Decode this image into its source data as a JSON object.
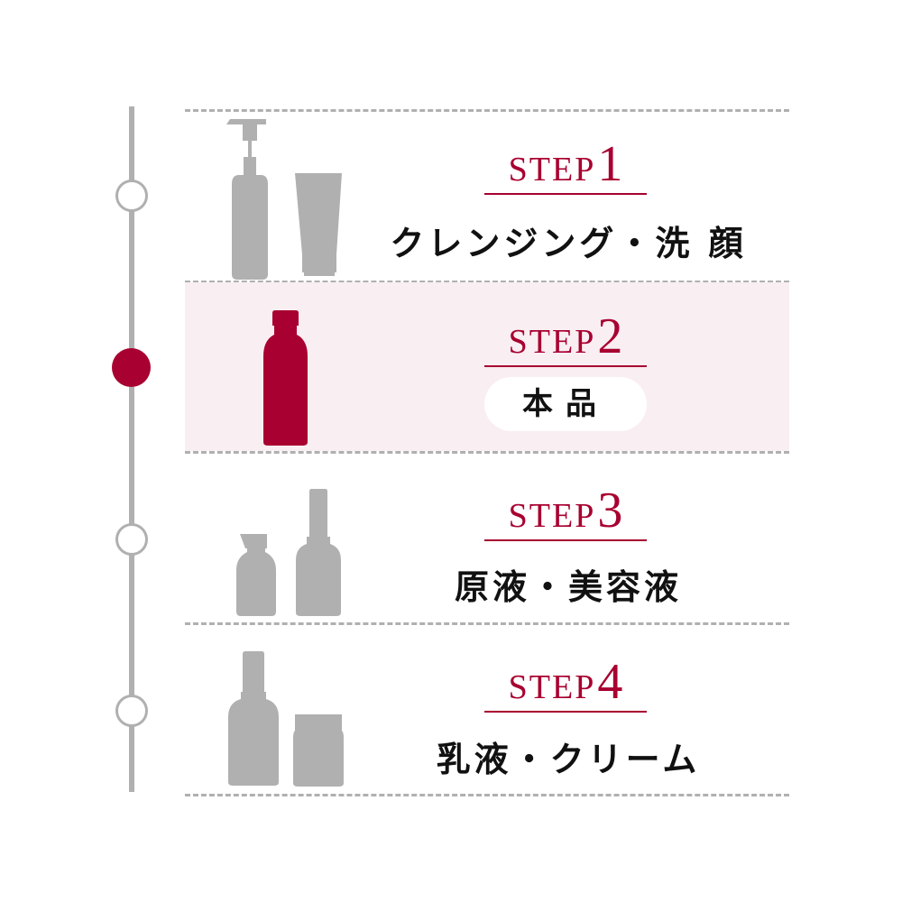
{
  "colors": {
    "accent": "#a80030",
    "inactive": "#b0b0b0",
    "highlight_bg": "#f9eef2"
  },
  "steps": [
    {
      "word": "STEP",
      "number": "1",
      "label": "クレンジング・洗 顔",
      "icon": "pump-bottle-and-tube-icon",
      "active": false
    },
    {
      "word": "STEP",
      "number": "2",
      "label": "本品",
      "icon": "bottle-icon",
      "active": true
    },
    {
      "word": "STEP",
      "number": "3",
      "label": "原液・美容液",
      "icon": "serum-bottles-icon",
      "active": false
    },
    {
      "word": "STEP",
      "number": "4",
      "label": "乳液・クリーム",
      "icon": "lotion-bottle-and-jar-icon",
      "active": false
    }
  ]
}
